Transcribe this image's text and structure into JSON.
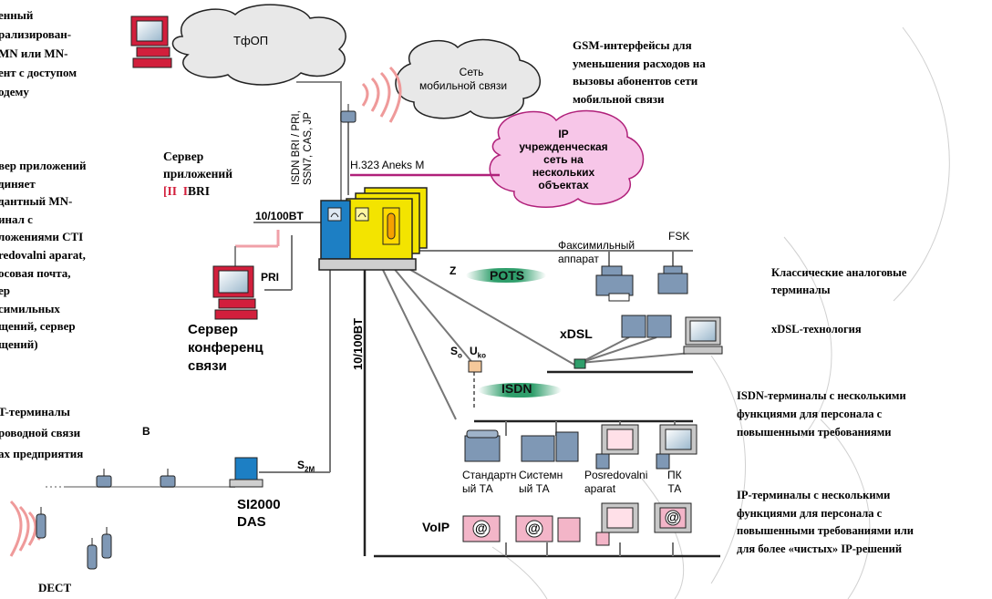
{
  "clouds": {
    "pstn": "ТфОП",
    "mobile": [
      "Сеть",
      "мобильной связи"
    ],
    "ip": [
      "IP",
      "учрежденческая",
      "сеть на",
      "нескольких",
      "объектах"
    ]
  },
  "links": {
    "isdn_trunk": [
      "ISDN BRI / PRI,",
      "SSN7, CAS, JP"
    ],
    "h323": "H.323 Aneks M",
    "lan_upper": "10/100BT",
    "lan_vertical": "10/100BT",
    "pri": "PRI",
    "z": "Z",
    "s0_sub": "o",
    "uk0_sub": "ko",
    "s2m": "S",
    "s2m_sub": "2M"
  },
  "badges": {
    "pots": "POTS",
    "isdn": "ISDN"
  },
  "devices": {
    "fax": [
      "Факсимильный",
      "аппарат"
    ],
    "fsk": "FSK",
    "xdsl": "xDSL",
    "std_ta": [
      "Стандартн",
      "ый ТА"
    ],
    "sys_ta": [
      "Системн",
      "ый ТА"
    ],
    "posredovalni": [
      "Posredovalni",
      "aparat"
    ],
    "pc_ta": [
      "ПК",
      "ТА"
    ],
    "voip": "VoIP",
    "si2000": [
      "SI2000",
      "DAS"
    ],
    "conf_server": [
      "Сервер",
      "конференц",
      "связи"
    ],
    "app_server": [
      "Сервер",
      "приложений"
    ],
    "app_server_bri": "BRI",
    "dect_title": "DECT",
    "b_marker": "B"
  },
  "left_notes": {
    "mn": [
      "енный",
      "рализирован-",
      "MN или MN-",
      "ент с доступом",
      "одему"
    ],
    "app": [
      "вер приложений",
      "диняет",
      "дантный MN-",
      "инал с",
      "ложениями CTI",
      "redovalni aparat,",
      "осовая почта,",
      "ер",
      "симильных",
      "щений, сервер",
      "щений)"
    ],
    "dect": [
      "T-терминалы",
      "роводной связи",
      "ах предприятия"
    ]
  },
  "right_notes": {
    "gsm": [
      "GSM-интерфейсы для",
      "уменьшения расходов на",
      "вызовы абонентов сети",
      "мобильной связи"
    ],
    "analog": [
      "Классические аналоговые",
      "терминалы"
    ],
    "xdsl": "xDSL-технология",
    "isdn": [
      "ISDN-терминалы с несколькими",
      "функциями для персонала с",
      "повышенными требованиями"
    ],
    "ip": [
      "IP-терминалы с несколькими",
      "функциями для персонала с",
      "повышенными требованиями или",
      "для более «чистых» IP-решений"
    ]
  },
  "colors": {
    "pc_red": "#d21f3c",
    "pbx_blue": "#1d7fc4",
    "pbx_yellow": "#f3e400",
    "ip_cloud": "#f7c6e8",
    "ip_cloud_stroke": "#b0207a",
    "h323_line": "#b0207a",
    "grey_cloud": "#e8e8e8",
    "badge_green": "#2f9e6b",
    "radio_waves": "#ef9a9a",
    "phone_blue": "#7f98b5"
  },
  "icons": [
    "pc-icon",
    "phone-icon",
    "fax-icon",
    "antenna-icon",
    "dect-handset-icon",
    "modem-icon",
    "radio-wave-icon"
  ]
}
